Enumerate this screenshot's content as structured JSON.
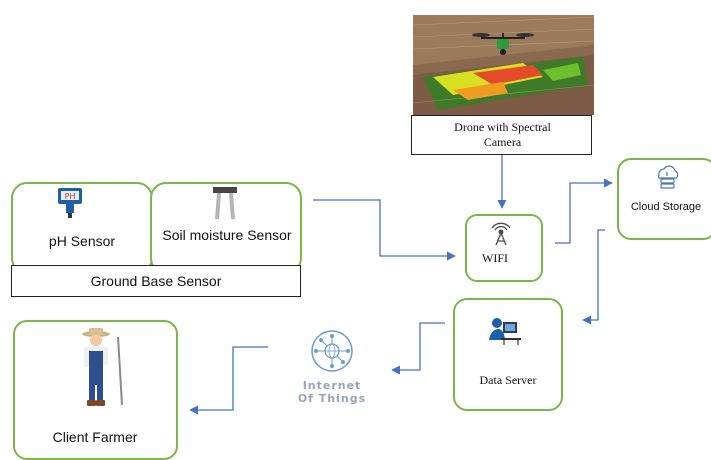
{
  "drone": {
    "label": "Drone with Spectral Camera"
  },
  "ground": {
    "ph_label": "pH Sensor",
    "ph_icon_text": "PH",
    "soil_label": "Soil moisture Sensor",
    "base_label": "Ground Base Sensor"
  },
  "wifi": {
    "label": "WIFI"
  },
  "cloud": {
    "label": "Cloud Storage"
  },
  "server": {
    "label": "Data Server"
  },
  "iot": {
    "line1": "Internet",
    "line2": "Of Things"
  },
  "farmer": {
    "label": "Client Farmer"
  },
  "colors": {
    "box_border": "#7ab648",
    "arrow": "#4472c4",
    "iot_text": "#9aa5b3"
  }
}
